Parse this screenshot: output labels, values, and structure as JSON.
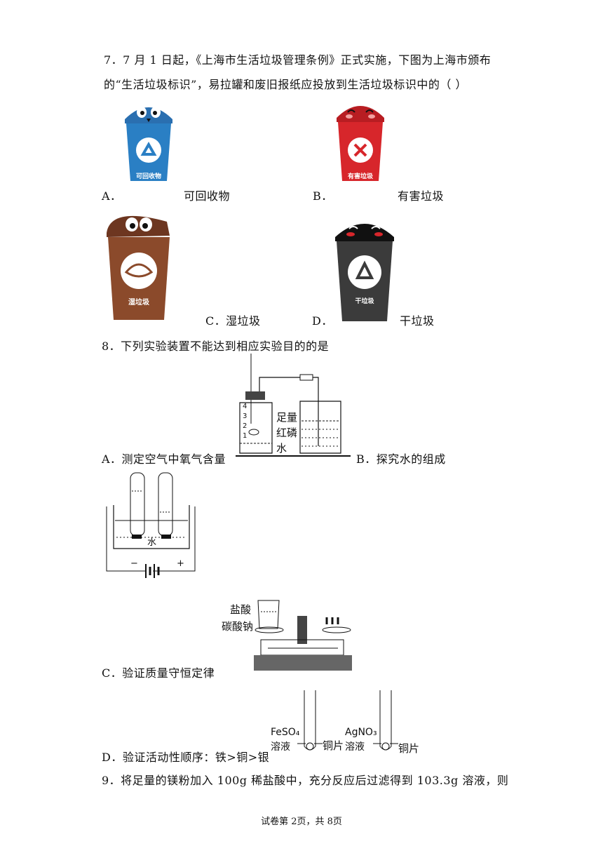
{
  "q7": {
    "line1": "7．7 月 1 日起，《上海市生活垃圾管理条例》正式实施，下图为上海市颁布",
    "line2": "的“生活垃圾标识”，易拉罐和废旧报纸应投放到生活垃圾标识中的（    ）",
    "options": [
      {
        "letter": "A．",
        "text": "可回收物",
        "bin_label": "可回收物",
        "color": "#2a7fc4"
      },
      {
        "letter": "B．",
        "text": "有害垃圾",
        "bin_label": "有害垃圾",
        "color": "#d7262b"
      },
      {
        "letter": "C．",
        "text": "湿垃圾",
        "bin_label": "湿垃圾",
        "color": "#8b4a2b"
      },
      {
        "letter": "D．",
        "text": "干垃圾",
        "bin_label": "干垃圾",
        "color": "#3b3b3b"
      }
    ]
  },
  "q8": {
    "stem": "8．下列实验装置不能达到相应实验目的的是",
    "optA": "A．测定空气中氧气含量",
    "optB": "B．探究水的组成",
    "optC": "C．验证质量守恒定律",
    "optD": "D．验证活动性顺序：铁>铜>银",
    "figA": {
      "label1": "足量",
      "label2": "红磷",
      "label3": "水",
      "marks": [
        "4",
        "3",
        "2",
        "1"
      ]
    },
    "figB": {
      "water": "水",
      "neg": "−",
      "pos": "+"
    },
    "figC": {
      "acid": "盐酸",
      "salt": "碳酸钠"
    },
    "figD": {
      "sol1": "FeSO₄",
      "sol1b": "溶液",
      "metal1": "铜片",
      "sol2": "AgNO₃",
      "sol2b": "溶液",
      "metal2": "铜片"
    }
  },
  "q9": {
    "stem": "9．将足量的镁粉加入 100g 稀盐酸中，充分反应后过滤得到 103.3g 溶液，则"
  },
  "footer": "试卷第 2页，共 8页"
}
